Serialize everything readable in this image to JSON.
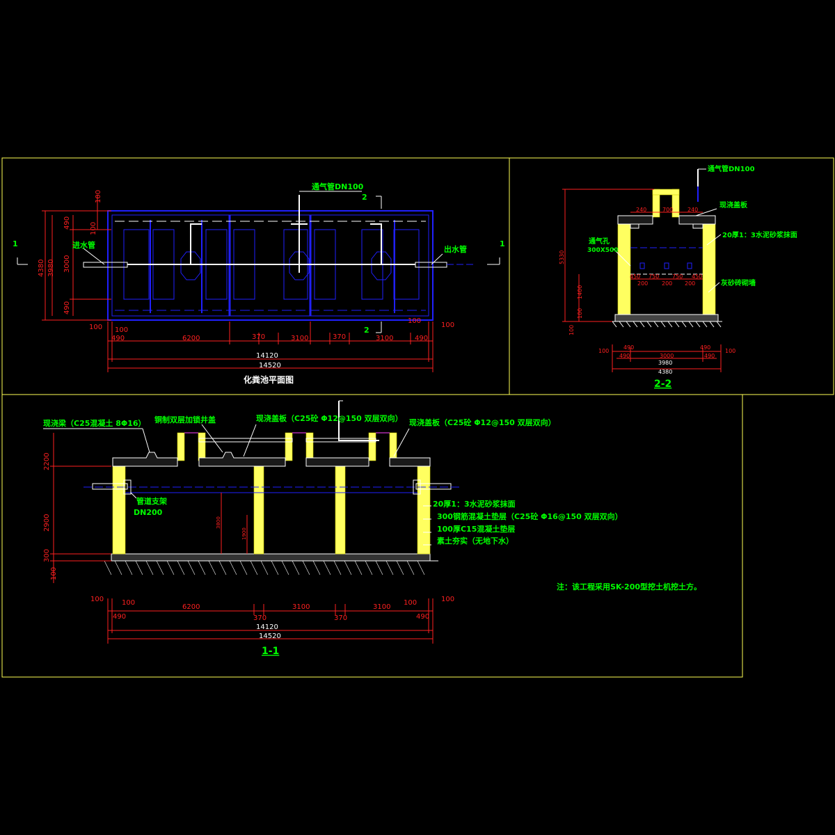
{
  "plan": {
    "title": "化粪池平面图",
    "vent_label": "通气管DN100",
    "inlet_label": "进水管",
    "outlet_label": "出水管",
    "section_mark_1": "1",
    "section_mark_2": "2",
    "dims_left": [
      "4380",
      "3980",
      "3000",
      "490",
      "490",
      "100",
      "100"
    ],
    "dims_bottom_row1": [
      "100",
      "100",
      "490",
      "6200",
      "370",
      "3100",
      "370",
      "3100",
      "490",
      "100",
      "100"
    ],
    "dim_total_inner": "14120",
    "dim_total_outer": "14520"
  },
  "section22": {
    "title": "2-2",
    "vent_label": "通气管DN100",
    "cover_label": "现浇盖板",
    "plaster_label": "20厚1：3水泥砂浆抹面",
    "vent_hole_label": "通气孔",
    "vent_hole_size": "300X500",
    "brick_label": "灰砂砖砌墙",
    "dim_height": "5330",
    "dim_1400": "1400",
    "dim_100a": "100",
    "dim_100b": "100",
    "top_dims": [
      "240",
      "700",
      "240"
    ],
    "mid_dims": [
      "450",
      "750",
      "750",
      "450"
    ],
    "mid_dims2": [
      "200",
      "200",
      "200"
    ],
    "bottom_dims": [
      "100",
      "490",
      "490",
      "3000",
      "490",
      "490",
      "100"
    ],
    "dim_3980": "3980",
    "dim_4380": "4380"
  },
  "section11": {
    "title": "1-1",
    "beam_label": "现浇梁（C25混凝土 8Φ16）",
    "cover_iron_label": "铜制双层加锁井盖",
    "slab_label_1": "现浇盖板（C25砼 Φ12@150  双层双向）",
    "slab_label_2": "现浇盖板（C25砼 Φ12@150  双层双向）",
    "pipe_support_label": "管道支架",
    "pipe_dn": "DN200",
    "layer_1": "20厚1：3水泥砂浆抹面",
    "layer_2": "300钢筋混凝土垫层（C25砼 Φ16@150  双层双向）",
    "layer_3": "100厚C15混凝土垫层",
    "layer_4": "素土夯实（无地下水）",
    "dims_left": [
      "2200",
      "2900",
      "300",
      "100"
    ],
    "dim_inner_1": "3800",
    "dim_inner_2": "1900",
    "dims_bottom_row1": [
      "100",
      "100",
      "490",
      "6200",
      "370",
      "3100",
      "370",
      "3100",
      "490",
      "100",
      "100"
    ],
    "dim_total_inner": "14120",
    "dim_total_outer": "14520"
  },
  "note": "注：该工程采用SK-200型挖土机挖土方。"
}
